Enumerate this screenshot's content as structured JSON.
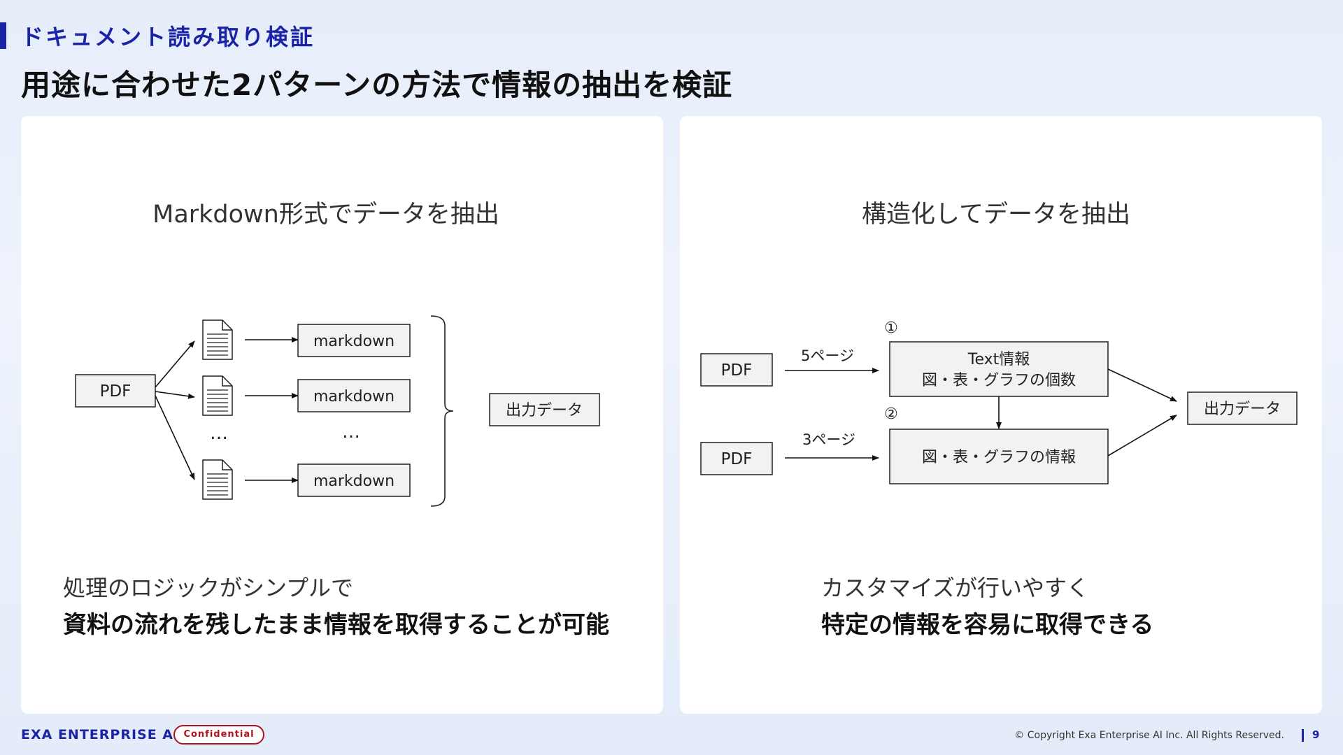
{
  "header": {
    "section_title": "ドキュメント読み取り検証",
    "page_title": "用途に合わせた2パターンの方法で情報の抽出を検証"
  },
  "left_panel": {
    "heading": "Markdown形式でデータを抽出",
    "pdf_label": "PDF",
    "markdown_label": "markdown",
    "ellipsis": "…",
    "output_label": "出力データ",
    "desc_line1": "処理のロジックがシンプルで",
    "desc_line2": "資料の流れを残したまま情報を取得することが可能"
  },
  "right_panel": {
    "heading": "構造化してデータを抽出",
    "pdf_label": "PDF",
    "arrow1_label": "5ページ",
    "arrow2_label": "3ページ",
    "step1_marker": "①",
    "step2_marker": "②",
    "box1_line1": "Text情報",
    "box1_line2": "図・表・グラフの個数",
    "box2_label": "図・表・グラフの情報",
    "output_label": "出力データ",
    "desc_line1": "カスタマイズが行いやすく",
    "desc_line2": "特定の情報を容易に取得できる"
  },
  "footer": {
    "logo": "EXA ENTERPRISE AI",
    "badge": "Confidential",
    "copyright": "© Copyright Exa Enterprise AI Inc. All Rights Reserved.",
    "page_number": "9"
  },
  "colors": {
    "accent": "#1b23a8",
    "confidential": "#b3131b",
    "box_fill": "#f2f2f2"
  }
}
